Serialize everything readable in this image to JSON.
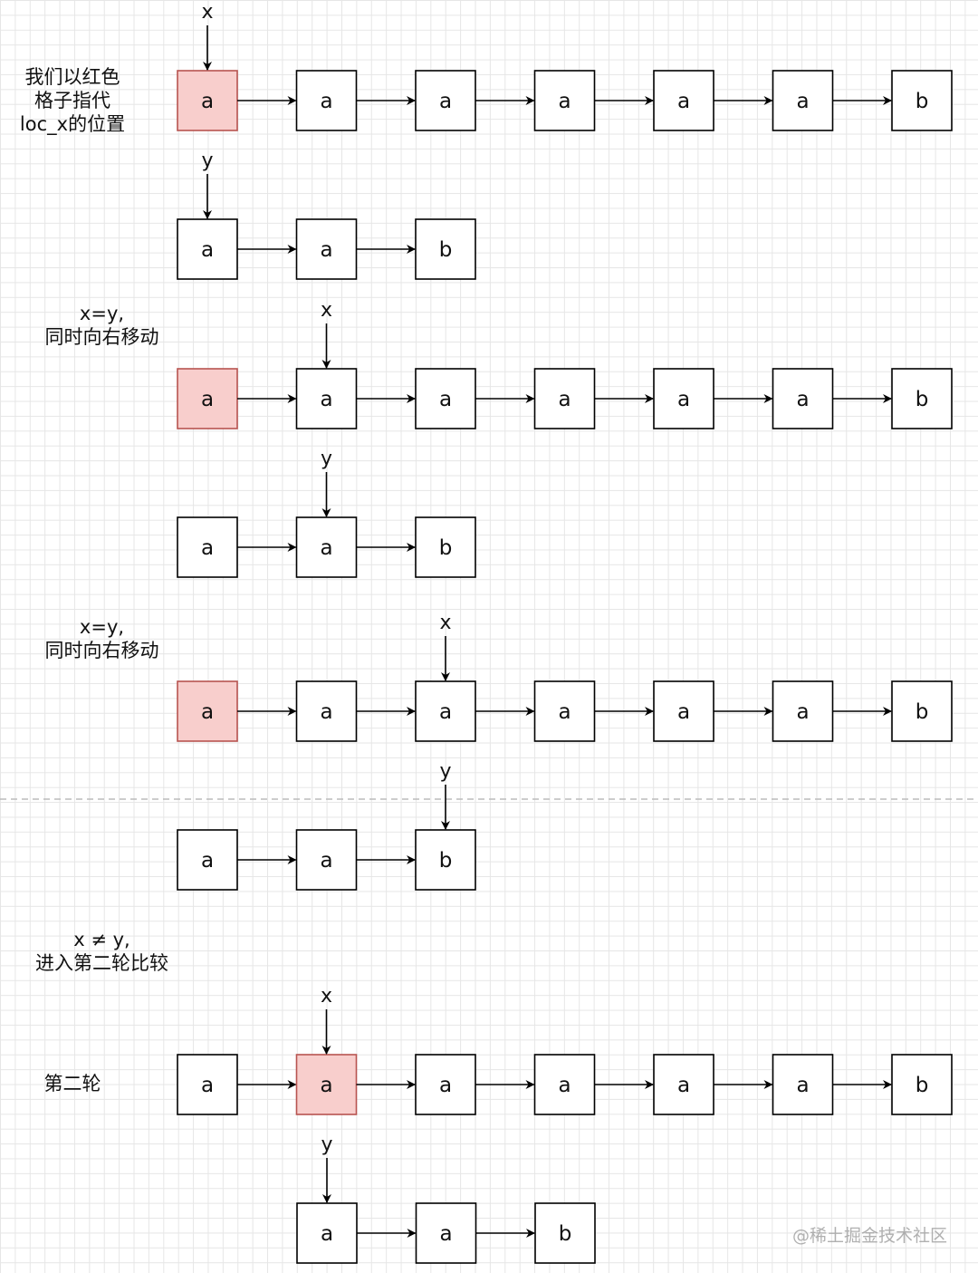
{
  "notes": {
    "legend": [
      "我们以红色",
      "格子指代",
      "loc_x的位置"
    ],
    "step1": [
      "x=y,",
      "同时向右移动"
    ],
    "step2": [
      "x=y,",
      "同时向右移动"
    ],
    "step3": [
      "x ≠ y,",
      "进入第二轮比较"
    ],
    "round2": [
      "第二轮"
    ]
  },
  "rows": [
    {
      "id": "s1",
      "nodes": [
        "a",
        "a",
        "a",
        "a",
        "a",
        "a",
        "b"
      ],
      "highlight": 0,
      "pointer": "x",
      "pointer_at": 0
    },
    {
      "id": "p1",
      "nodes": [
        "a",
        "a",
        "b"
      ],
      "highlight": -1,
      "pointer": "y",
      "pointer_at": 0
    },
    {
      "id": "s2",
      "nodes": [
        "a",
        "a",
        "a",
        "a",
        "a",
        "a",
        "b"
      ],
      "highlight": 0,
      "pointer": "x",
      "pointer_at": 1
    },
    {
      "id": "p2",
      "nodes": [
        "a",
        "a",
        "b"
      ],
      "highlight": -1,
      "pointer": "y",
      "pointer_at": 1
    },
    {
      "id": "s3",
      "nodes": [
        "a",
        "a",
        "a",
        "a",
        "a",
        "a",
        "b"
      ],
      "highlight": 0,
      "pointer": "x",
      "pointer_at": 2
    },
    {
      "id": "p3",
      "nodes": [
        "a",
        "a",
        "b"
      ],
      "highlight": -1,
      "pointer": "y",
      "pointer_at": 2
    },
    {
      "id": "s4",
      "nodes": [
        "a",
        "a",
        "a",
        "a",
        "a",
        "a",
        "b"
      ],
      "highlight": 1,
      "pointer": "x",
      "pointer_at": 1
    },
    {
      "id": "p4",
      "nodes": [
        "a",
        "a",
        "b"
      ],
      "highlight": -1,
      "pointer": "y",
      "pointer_at": 0
    }
  ],
  "colors": {
    "highlight_fill": "#f8cecc",
    "highlight_stroke": "#b85450",
    "node_stroke": "#000000",
    "dashed_line": "#bbbbbb"
  },
  "watermark": "@稀土掘金技术社区"
}
